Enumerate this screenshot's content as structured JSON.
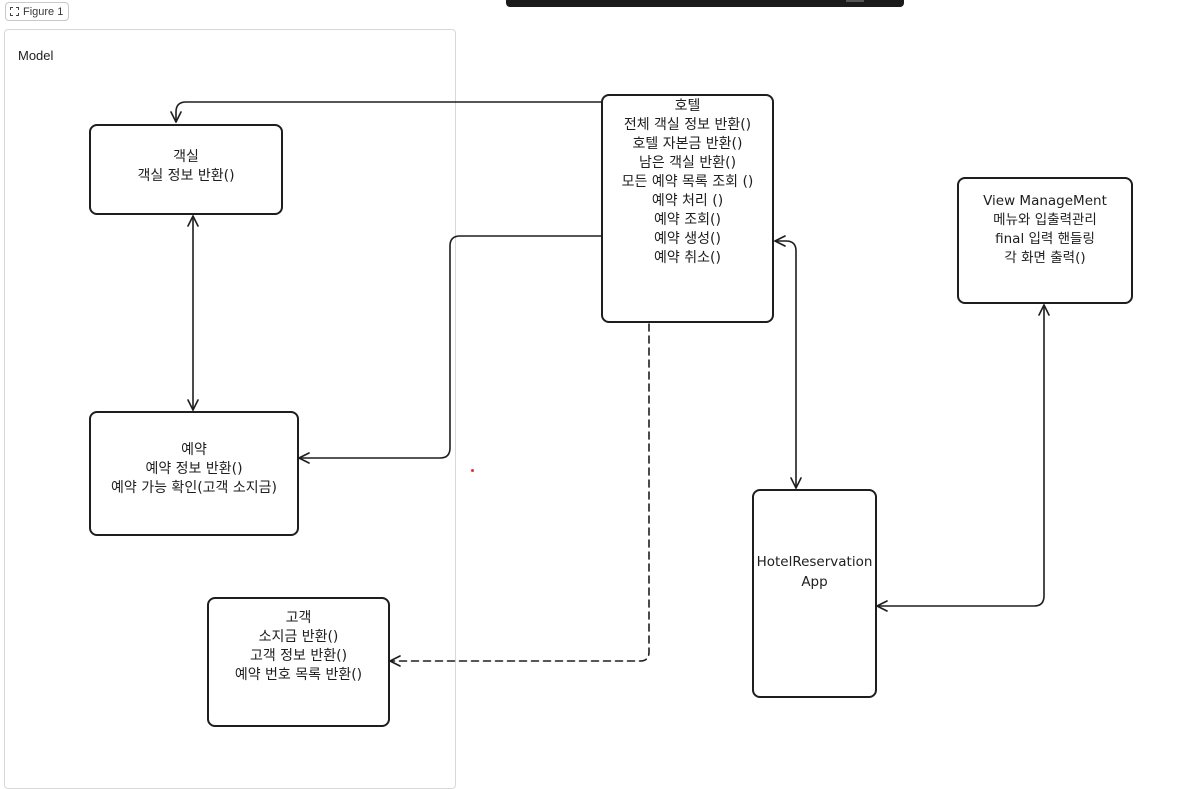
{
  "figure_tag": {
    "label": "Figure 1",
    "icon": "frame-icon"
  },
  "frame": {
    "label": "Model"
  },
  "nodes": {
    "room": {
      "lines": [
        "객실",
        "객실 정보 반환()"
      ]
    },
    "reservation": {
      "lines": [
        "예약",
        "예약 정보 반환()",
        "예약 가능 확인(고객 소지금)"
      ]
    },
    "customer": {
      "lines": [
        "고객",
        "소지금 반환()",
        "고객 정보 반환()",
        "예약 번호 목록 반환()"
      ]
    },
    "hotel": {
      "lines": [
        "호텔",
        "전체 객실 정보 반환()",
        "호텔 자본금 반환()",
        "남은 객실 반환()",
        "모든 예약 목록 조회 ()",
        "예약 처리 ()",
        "예약 조회()",
        "예약 생성()",
        "예약 취소()"
      ]
    },
    "view": {
      "lines": [
        "View ManageMent",
        "메뉴와 입출력관리",
        "final 입력 핸들링",
        "각 화면 출력()"
      ]
    },
    "app": {
      "lines": [
        "HotelReservation",
        "App"
      ]
    }
  },
  "colors": {
    "stroke": "#1e1e1e",
    "frame_border": "#d8d8d8",
    "dot": "#e03131"
  }
}
